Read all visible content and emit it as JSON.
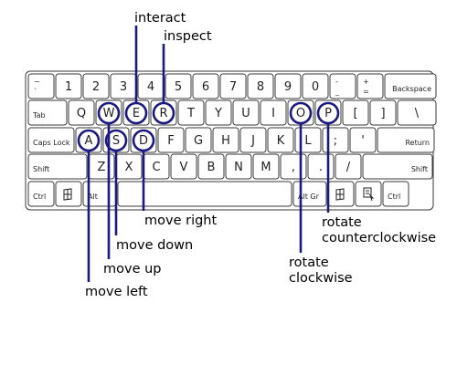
{
  "keyboard": {
    "rows": [
      [
        {
          "label": "~",
          "sub": "`"
        },
        {
          "label": "1"
        },
        {
          "label": "2"
        },
        {
          "label": "3"
        },
        {
          "label": "4"
        },
        {
          "label": "5"
        },
        {
          "label": "6"
        },
        {
          "label": "7"
        },
        {
          "label": "8"
        },
        {
          "label": "9"
        },
        {
          "label": "0"
        },
        {
          "label": "-",
          "sub": "_"
        },
        {
          "label": "+",
          "sub": "="
        },
        {
          "label": "Backspace"
        }
      ],
      [
        {
          "label": "Tab"
        },
        {
          "label": "Q"
        },
        {
          "label": "W"
        },
        {
          "label": "E"
        },
        {
          "label": "R"
        },
        {
          "label": "T"
        },
        {
          "label": "Y"
        },
        {
          "label": "U"
        },
        {
          "label": "I"
        },
        {
          "label": "O"
        },
        {
          "label": "P"
        },
        {
          "label": "["
        },
        {
          "label": "]"
        },
        {
          "label": "\\"
        }
      ],
      [
        {
          "label": "Caps Lock"
        },
        {
          "label": "A"
        },
        {
          "label": "S"
        },
        {
          "label": "D"
        },
        {
          "label": "F"
        },
        {
          "label": "G"
        },
        {
          "label": "H"
        },
        {
          "label": "J"
        },
        {
          "label": "K"
        },
        {
          "label": "L"
        },
        {
          "label": ";"
        },
        {
          "label": "'"
        },
        {
          "label": "Return"
        }
      ],
      [
        {
          "label": "Shift"
        },
        {
          "label": "Z"
        },
        {
          "label": "X"
        },
        {
          "label": "C"
        },
        {
          "label": "V"
        },
        {
          "label": "B"
        },
        {
          "label": "N"
        },
        {
          "label": "M"
        },
        {
          "label": ","
        },
        {
          "label": "."
        },
        {
          "label": "/"
        },
        {
          "label": "Shift"
        }
      ],
      [
        {
          "label": "Ctrl"
        },
        {
          "label": "",
          "icon": "windows-icon"
        },
        {
          "label": "Alt"
        },
        {
          "label": ""
        },
        {
          "label": "Alt Gr"
        },
        {
          "label": "",
          "icon": "windows-icon"
        },
        {
          "label": "",
          "icon": "menu-icon"
        },
        {
          "label": "Ctrl"
        }
      ]
    ]
  },
  "annotations": [
    {
      "key": "E",
      "text": "interact"
    },
    {
      "key": "R",
      "text": "inspect"
    },
    {
      "key": "D",
      "text": "move right"
    },
    {
      "key": "S",
      "text": "move down"
    },
    {
      "key": "W",
      "text": "move up"
    },
    {
      "key": "A",
      "text": "move left"
    },
    {
      "key": "P",
      "text": "rotate counterclockwise"
    },
    {
      "key": "O",
      "text": "rotate clockwise"
    }
  ],
  "colors": {
    "highlight": "#1c1a80",
    "key_border": "#3a3a3a",
    "text": "#000000"
  }
}
